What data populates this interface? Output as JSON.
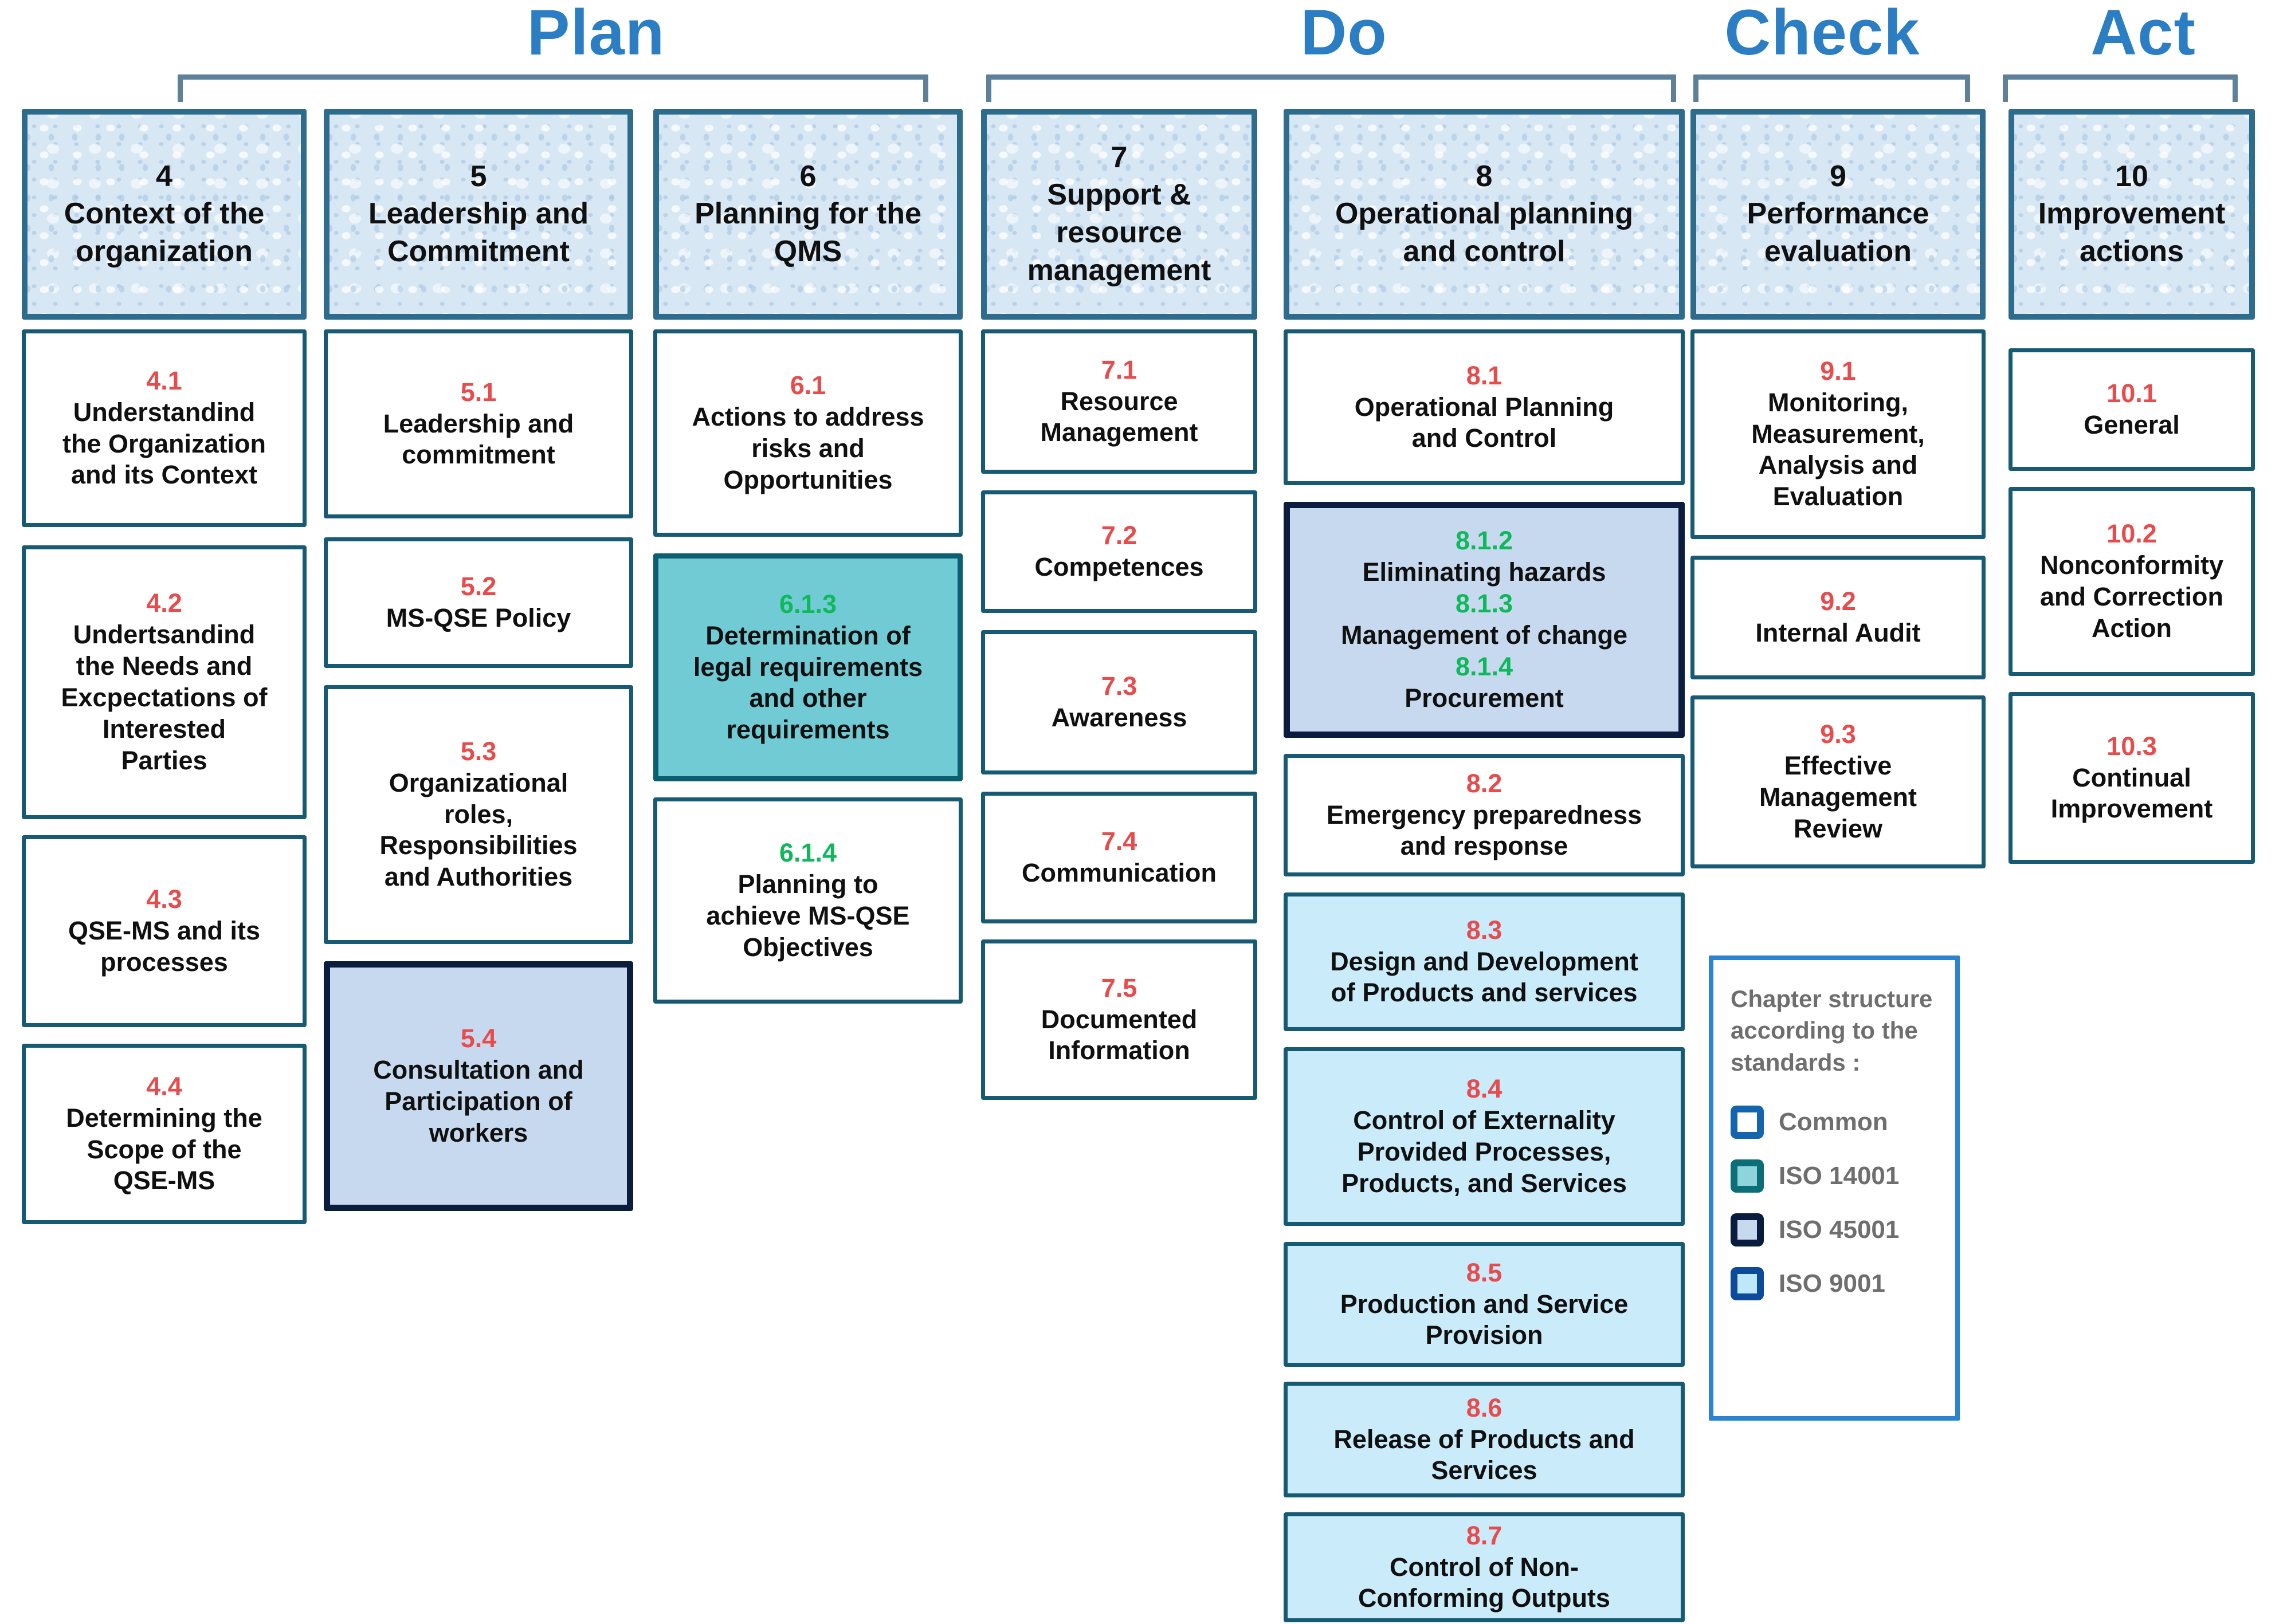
{
  "titles": {
    "plan": "Plan",
    "do": "Do",
    "check": "Check",
    "act": "Act"
  },
  "columns": [
    {
      "number": "4",
      "header": "Context of the\norganization",
      "boxes": [
        {
          "id": "4.1",
          "variant": "common",
          "segments": [
            {
              "num": "4.1",
              "color": "red",
              "text": "Understandind\nthe Organization\nand its Context"
            }
          ]
        },
        {
          "id": "4.2",
          "variant": "common",
          "segments": [
            {
              "num": "4.2",
              "color": "red",
              "text": "Undertsandind\nthe Needs and\nExcpectations of\nInterested\nParties"
            }
          ]
        },
        {
          "id": "4.3",
          "variant": "common",
          "segments": [
            {
              "num": "4.3",
              "color": "red",
              "text": "QSE-MS and its\nprocesses"
            }
          ]
        },
        {
          "id": "4.4",
          "variant": "common",
          "segments": [
            {
              "num": "4.4",
              "color": "red",
              "text": "Determining the\nScope of the\nQSE-MS"
            }
          ]
        }
      ]
    },
    {
      "number": "5",
      "header": "Leadership and\nCommitment",
      "boxes": [
        {
          "id": "5.1",
          "variant": "common",
          "segments": [
            {
              "num": "5.1",
              "color": "red",
              "text": "Leadership and\ncommitment"
            }
          ]
        },
        {
          "id": "5.2",
          "variant": "common",
          "segments": [
            {
              "num": "5.2",
              "color": "red",
              "text": "MS-QSE Policy"
            }
          ]
        },
        {
          "id": "5.3",
          "variant": "common",
          "segments": [
            {
              "num": "5.3",
              "color": "red",
              "text": "Organizational\nroles,\nResponsibilities\nand Authorities"
            }
          ]
        },
        {
          "id": "5.4",
          "variant": "iso45001",
          "segments": [
            {
              "num": "5.4",
              "color": "red",
              "text": "Consultation and\nParticipation of\nworkers"
            }
          ]
        }
      ]
    },
    {
      "number": "6",
      "header": "Planning for the\nQMS",
      "boxes": [
        {
          "id": "6.1",
          "variant": "common",
          "segments": [
            {
              "num": "6.1",
              "color": "red",
              "text": "Actions to address\nrisks and\nOpportunities"
            }
          ]
        },
        {
          "id": "6.1.3",
          "variant": "iso14001",
          "segments": [
            {
              "num": "6.1.3",
              "color": "green",
              "text": "Determination of\nlegal requirements\nand other\nrequirements"
            }
          ]
        },
        {
          "id": "6.1.4",
          "variant": "common",
          "segments": [
            {
              "num": "6.1.4",
              "color": "green",
              "text": "Planning to\nachieve MS-QSE\nObjectives"
            }
          ]
        }
      ]
    },
    {
      "number": "7",
      "header": "Support &\nresource\nmanagement",
      "boxes": [
        {
          "id": "7.1",
          "variant": "common",
          "segments": [
            {
              "num": "7.1",
              "color": "red",
              "text": "Resource\nManagement"
            }
          ]
        },
        {
          "id": "7.2",
          "variant": "common",
          "segments": [
            {
              "num": "7.2",
              "color": "red",
              "text": "Competences"
            }
          ]
        },
        {
          "id": "7.3",
          "variant": "common",
          "segments": [
            {
              "num": "7.3",
              "color": "red",
              "text": "Awareness"
            }
          ]
        },
        {
          "id": "7.4",
          "variant": "common",
          "segments": [
            {
              "num": "7.4",
              "color": "red",
              "text": "Communication"
            }
          ]
        },
        {
          "id": "7.5",
          "variant": "common",
          "segments": [
            {
              "num": "7.5",
              "color": "red",
              "text": "Documented\nInformation"
            }
          ]
        }
      ]
    },
    {
      "number": "8",
      "header": "Operational planning\nand control",
      "boxes": [
        {
          "id": "8.1",
          "variant": "common",
          "segments": [
            {
              "num": "8.1",
              "color": "red",
              "text": "Operational Planning\nand Control"
            }
          ]
        },
        {
          "id": "8.1.2-8.1.4",
          "variant": "iso45001",
          "segments": [
            {
              "num": "8.1.2",
              "color": "green",
              "text": "Eliminating hazards"
            },
            {
              "num": "8.1.3",
              "color": "green",
              "text": "Management of change"
            },
            {
              "num": "8.1.4",
              "color": "green",
              "text": "Procurement"
            }
          ]
        },
        {
          "id": "8.2",
          "variant": "common",
          "segments": [
            {
              "num": "8.2",
              "color": "red",
              "text": "Emergency preparedness\nand response"
            }
          ]
        },
        {
          "id": "8.3",
          "variant": "iso9001",
          "segments": [
            {
              "num": "8.3",
              "color": "red",
              "text": "Design and Development\nof Products and services"
            }
          ]
        },
        {
          "id": "8.4",
          "variant": "iso9001",
          "segments": [
            {
              "num": "8.4",
              "color": "red",
              "text": "Control of Externality\nProvided Processes,\nProducts, and Services"
            }
          ]
        },
        {
          "id": "8.5",
          "variant": "iso9001",
          "segments": [
            {
              "num": "8.5",
              "color": "red",
              "text": "Production and Service\nProvision"
            }
          ]
        },
        {
          "id": "8.6",
          "variant": "iso9001",
          "segments": [
            {
              "num": "8.6",
              "color": "red",
              "text": "Release of Products and\nServices"
            }
          ]
        },
        {
          "id": "8.7",
          "variant": "iso9001",
          "segments": [
            {
              "num": "8.7",
              "color": "red",
              "text": "Control of Non-\nConforming Outputs"
            }
          ]
        }
      ]
    },
    {
      "number": "9",
      "header": "Performance\nevaluation",
      "boxes": [
        {
          "id": "9.1",
          "variant": "common",
          "segments": [
            {
              "num": "9.1",
              "color": "red",
              "text": "Monitoring,\nMeasurement,\nAnalysis and\nEvaluation"
            }
          ]
        },
        {
          "id": "9.2",
          "variant": "common",
          "segments": [
            {
              "num": "9.2",
              "color": "red",
              "text": "Internal Audit"
            }
          ]
        },
        {
          "id": "9.3",
          "variant": "common",
          "segments": [
            {
              "num": "9.3",
              "color": "red",
              "text": "Effective\nManagement\nReview"
            }
          ]
        }
      ]
    },
    {
      "number": "10",
      "header": "Improvement\nactions",
      "boxes": [
        {
          "id": "10.1",
          "variant": "common",
          "segments": [
            {
              "num": "10.1",
              "color": "red",
              "text": "General"
            }
          ]
        },
        {
          "id": "10.2",
          "variant": "common",
          "segments": [
            {
              "num": "10.2",
              "color": "red",
              "text": "Nonconformity\nand Correction\nAction"
            }
          ]
        },
        {
          "id": "10.3",
          "variant": "common",
          "segments": [
            {
              "num": "10.3",
              "color": "red",
              "text": "Continual\nImprovement"
            }
          ]
        }
      ]
    }
  ],
  "legend": {
    "title": "Chapter structure\naccording to the\nstandards :",
    "items": [
      {
        "label": "Common",
        "variant": "common"
      },
      {
        "label": "ISO 14001",
        "variant": "iso14001"
      },
      {
        "label": "ISO 45001",
        "variant": "iso45001"
      },
      {
        "label": "ISO 9001",
        "variant": "iso9001"
      }
    ]
  },
  "colors": {
    "pdca_title_blue": "#2b7ec3",
    "number_red": "#e84b4b",
    "number_green": "#10b85c",
    "common_fill": "#ffffff",
    "iso14001_fill": "#70cbd5",
    "iso45001_fill": "#c7d9ee",
    "iso9001_fill": "#c9ebfa",
    "header_fill": "#d8e7f4",
    "box_border": "#175a73",
    "legend_border": "#2a84d2",
    "legend_text_gray": "#6e6e6e",
    "bracket_gray_blue": "#5e8099"
  }
}
